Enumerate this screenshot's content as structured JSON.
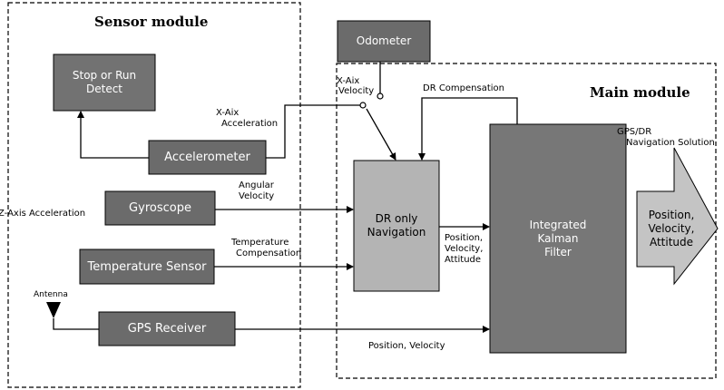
{
  "sensor_module": {
    "title": "Sensor module",
    "stop_detect": {
      "line1": "Stop or Run",
      "line2": "Detect"
    },
    "accelerometer": "Accelerometer",
    "gyroscope": "Gyroscope",
    "temperature_sensor": "Temperature Sensor",
    "gps_receiver": "GPS Receiver",
    "antenna_label": "Antenna",
    "labels": {
      "xaxis_accel_1": "X-Aix",
      "xaxis_accel_2": "Acceleration",
      "angular_1": "Angular",
      "angular_2": "Velocity",
      "zaxis_accel": "Z-Axis Acceleration",
      "temp_comp_1": "Temperature",
      "temp_comp_2": "Compensation"
    }
  },
  "odometer": "Odometer",
  "main_module": {
    "title": "Main module",
    "dr_nav": {
      "line1": "DR only",
      "line2": "Navigation"
    },
    "kalman": {
      "line1": "Integrated",
      "line2": "Kalman",
      "line3": "Filter"
    },
    "output": {
      "line1": "Position,",
      "line2": "Velocity,",
      "line3": "Attitude"
    },
    "labels": {
      "xaxis_vel_1": "X-Aix",
      "xaxis_vel_2": "Velocity",
      "dr_compensation": "DR Compensation",
      "gps_dr_1": "GPS/DR",
      "gps_dr_2": "Navigation Solution",
      "pva_1": "Position,",
      "pva_2": "Velocity,",
      "pva_3": "Attitude",
      "position_velocity": "Position, Velocity"
    }
  },
  "colors": {
    "dark_box": "#6b6b6b",
    "stop_box": "#727272",
    "kalman_box": "#777777",
    "light_box": "#b4b4b4",
    "output_arrow": "#c4c4c4",
    "line": "#000000"
  }
}
